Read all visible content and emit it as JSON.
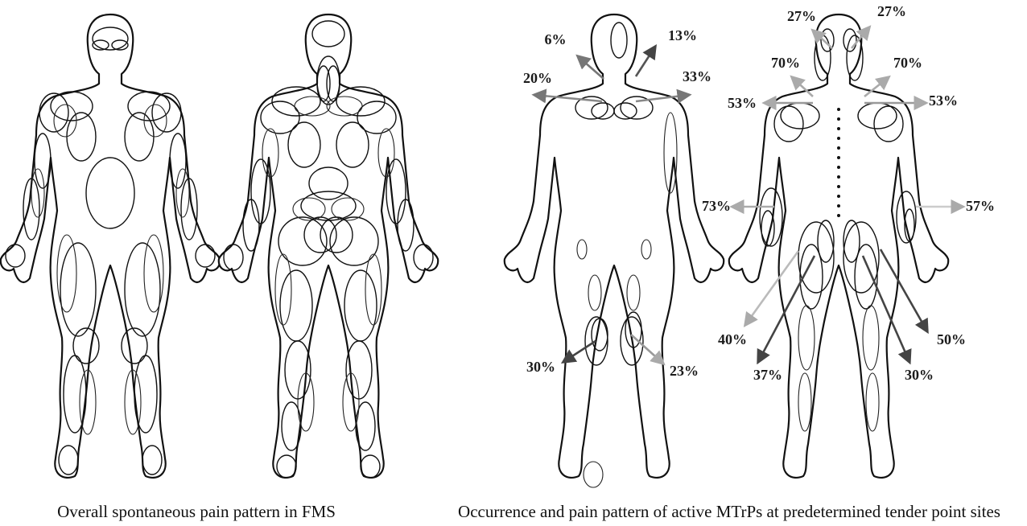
{
  "captions": {
    "left": "Overall spontaneous pain pattern in FMS",
    "right": "Occurrence and pain pattern of active MTrPs at predetermined tender point sites"
  },
  "figures": [
    {
      "id": "fms-front",
      "view": "front",
      "pattern": "dense"
    },
    {
      "id": "fms-back",
      "view": "back",
      "pattern": "dense"
    },
    {
      "id": "mtrp-front",
      "view": "front",
      "pattern": "sparse"
    },
    {
      "id": "mtrp-back",
      "view": "back",
      "pattern": "medium"
    }
  ],
  "percent_labels": [
    {
      "figure": "mtrp-front",
      "site": "left-head",
      "text": "6%",
      "arrow_color": "#777777"
    },
    {
      "figure": "mtrp-front",
      "site": "right-head",
      "text": "13%",
      "arrow_color": "#555555"
    },
    {
      "figure": "mtrp-front",
      "site": "left-shoulder",
      "text": "20%",
      "arrow_color": "#888888"
    },
    {
      "figure": "mtrp-front",
      "site": "right-shoulder",
      "text": "33%",
      "arrow_color": "#888888"
    },
    {
      "figure": "mtrp-front",
      "site": "left-knee",
      "text": "30%",
      "arrow_color": "#444444"
    },
    {
      "figure": "mtrp-front",
      "site": "right-knee",
      "text": "23%",
      "arrow_color": "#999999"
    },
    {
      "figure": "mtrp-back",
      "site": "left-occiput",
      "text": "27%",
      "arrow_color": "#aaaaaa"
    },
    {
      "figure": "mtrp-back",
      "site": "right-occiput",
      "text": "27%",
      "arrow_color": "#aaaaaa"
    },
    {
      "figure": "mtrp-back",
      "site": "left-trapezius",
      "text": "70%",
      "arrow_color": "#aaaaaa"
    },
    {
      "figure": "mtrp-back",
      "site": "right-trapezius",
      "text": "70%",
      "arrow_color": "#aaaaaa"
    },
    {
      "figure": "mtrp-back",
      "site": "left-supraspinatus",
      "text": "53%",
      "arrow_color": "#999999"
    },
    {
      "figure": "mtrp-back",
      "site": "right-supraspinatus",
      "text": "53%",
      "arrow_color": "#999999"
    },
    {
      "figure": "mtrp-back",
      "site": "left-elbow",
      "text": "73%",
      "arrow_color": "#aaaaaa"
    },
    {
      "figure": "mtrp-back",
      "site": "right-elbow",
      "text": "57%",
      "arrow_color": "#cccccc"
    },
    {
      "figure": "mtrp-back",
      "site": "left-gluteal-upper",
      "text": "40%",
      "arrow_color": "#bbbbbb"
    },
    {
      "figure": "mtrp-back",
      "site": "right-gluteal-upper",
      "text": "50%",
      "arrow_color": "#444444"
    },
    {
      "figure": "mtrp-back",
      "site": "left-trochanter",
      "text": "37%",
      "arrow_color": "#444444"
    },
    {
      "figure": "mtrp-back",
      "site": "right-trochanter",
      "text": "30%",
      "arrow_color": "#444444"
    }
  ]
}
